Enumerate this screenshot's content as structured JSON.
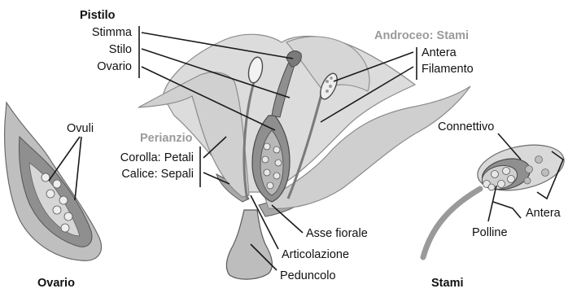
{
  "headings": {
    "pistil": "Pistilo",
    "androecium": "Androceo: Stami",
    "perianth": "Perianzio",
    "ovary_caption": "Ovario",
    "stamens_caption": "Stami"
  },
  "labels": {
    "stigma": "Stimma",
    "style": "Stilo",
    "ovary": "Ovario",
    "anther": "Antera",
    "filament": "Filamento",
    "corolla": "Corolla: Petali",
    "calyx": "Calice: Sepali",
    "ovules": "Ovuli",
    "receptacle": "Asse fiorale",
    "articulation": "Articolazione",
    "peduncle": "Peduncolo",
    "connective": "Connettivo",
    "pollen": "Polline",
    "anther_detail": "Antera"
  },
  "colors": {
    "petal_light": "#d9d9d9",
    "petal_mid": "#c4c4c4",
    "organ_dark": "#8f8f8f",
    "accent_gray": "#9a9a9a",
    "line": "#1a1a1a"
  }
}
